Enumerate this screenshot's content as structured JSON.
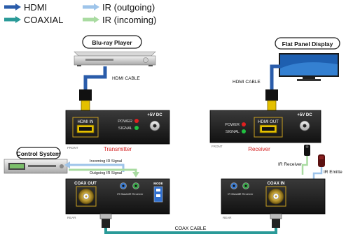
{
  "legend": {
    "hdmi": {
      "label": "HDMI",
      "color": "#2a5caa"
    },
    "coaxial": {
      "label": "COAXIAL",
      "color": "#2a9a98"
    },
    "ir_outgoing": {
      "label": "IR (outgoing)",
      "color": "#9ec4ea"
    },
    "ir_incoming": {
      "label": "IR (incoming)",
      "color": "#a9dba1"
    }
  },
  "devices": {
    "bluray": {
      "label": "Blu-ray Player"
    },
    "flat_panel": {
      "label": "Flat Panel Display"
    },
    "control_system": {
      "label": "Control System"
    }
  },
  "cables": {
    "hdmi_left": "HDMI CABLE",
    "hdmi_right": "HDMI CABLE",
    "coax": "COAX CABLE"
  },
  "signals": {
    "incoming_ir": "Incoming IR Signal",
    "outgoing_ir": "Outgoing IR Signal",
    "ir_receiver": "IR Receiver",
    "ir_emitter": "IR Emitte"
  },
  "transmitter": {
    "name": "Transmitter",
    "front_label": "FRONT",
    "rear_label": "REAR",
    "hdmi_port": "HDMI IN",
    "power_led": "POWER",
    "signal_led": "SIGNAL",
    "dc_label": "+5V DC",
    "coax_port": "COAX OUT",
    "ir_blaster": "IR Blaster",
    "ir_receiver": "IR Receiver",
    "mode_label": "MODE",
    "name_color": "#d42020"
  },
  "receiver": {
    "name": "Receiver",
    "front_label": "FRONT",
    "rear_label": "REAR",
    "hdmi_port": "HDMI OUT",
    "power_led": "POWER",
    "signal_led": "SIGNAL",
    "dc_label": "+5V DC",
    "coax_port": "COAX IN",
    "ir_blaster": "IR Blaster",
    "ir_receiver": "IR Receiver",
    "name_color": "#d42020"
  }
}
